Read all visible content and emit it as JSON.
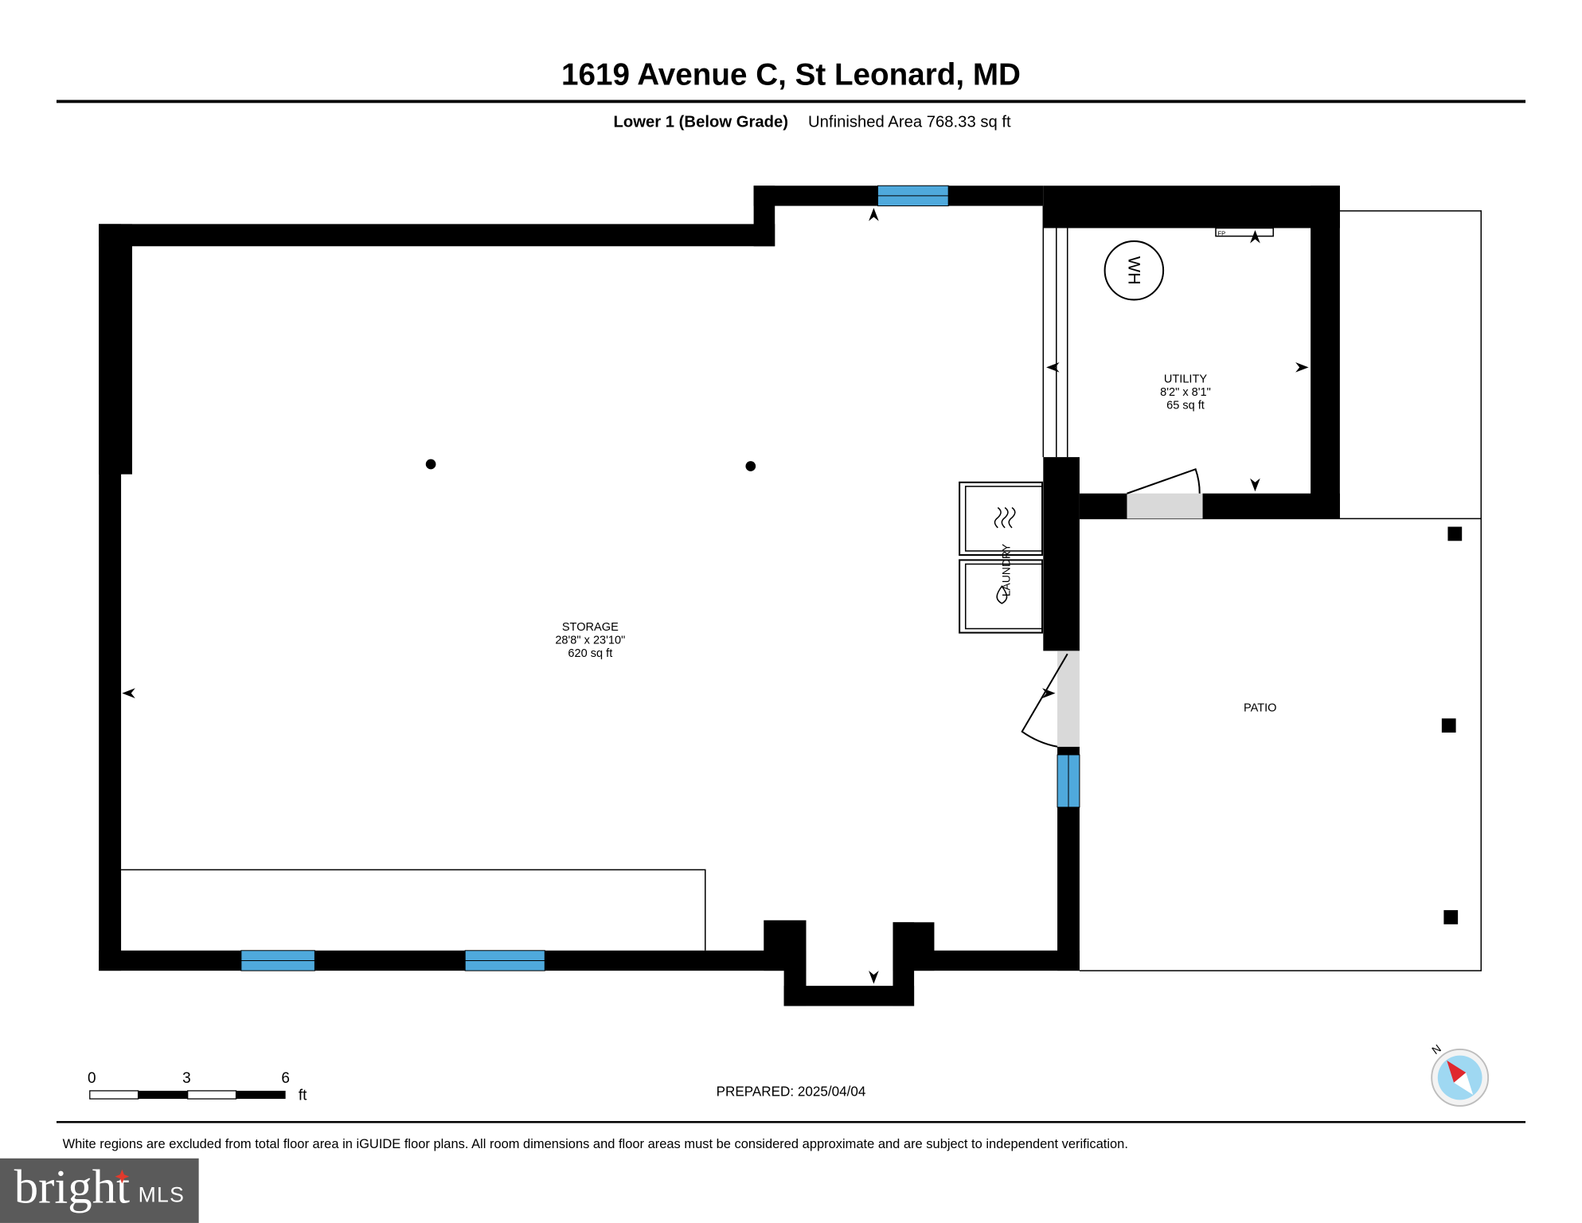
{
  "header": {
    "title": "1619 Avenue C, St Leonard, MD",
    "floor_name": "Lower 1 (Below Grade)",
    "area_summary": "Unfinished Area 768.33 sq ft"
  },
  "rooms": {
    "storage": {
      "name": "STORAGE",
      "dimensions": "28'8\" x 23'10\"",
      "area": "620 sq ft"
    },
    "utility": {
      "name": "UTILITY",
      "dimensions": "8'2\" x 8'1\"",
      "area": "65 sq ft"
    },
    "patio": {
      "name": "PATIO"
    }
  },
  "fixtures": {
    "water_heater_label": "WH",
    "fp_label": "FP",
    "laundry_label": "LAUNDRY"
  },
  "scale_bar": {
    "ticks": [
      "0",
      "3",
      "6"
    ],
    "unit": "ft"
  },
  "prepared": "PREPARED: 2025/04/04",
  "compass": {
    "north_label": "N"
  },
  "disclaimer": "White regions are excluded from total floor area in iGUIDE floor plans. All room dimensions and floor areas must be considered approximate and are subject to independent verification.",
  "watermark": {
    "brand": "bright",
    "suffix": "MLS"
  },
  "icons": {
    "dryer": "dryer-heat-icon",
    "washer": "washer-drop-icon",
    "water_heater": "water-heater-icon",
    "compass": "compass-icon",
    "view_marker": "arrow-marker-icon",
    "column": "column-dot-icon",
    "patio_post": "post-square-icon"
  },
  "colors": {
    "wall": "#000000",
    "window": "#4fa9dc",
    "door_opening": "#d9d9d9",
    "compass_dial": "#9fd8f2",
    "compass_needle": "#e0282e",
    "logo_background": "#5a5a5a",
    "logo_spark": "#e23a2c"
  }
}
